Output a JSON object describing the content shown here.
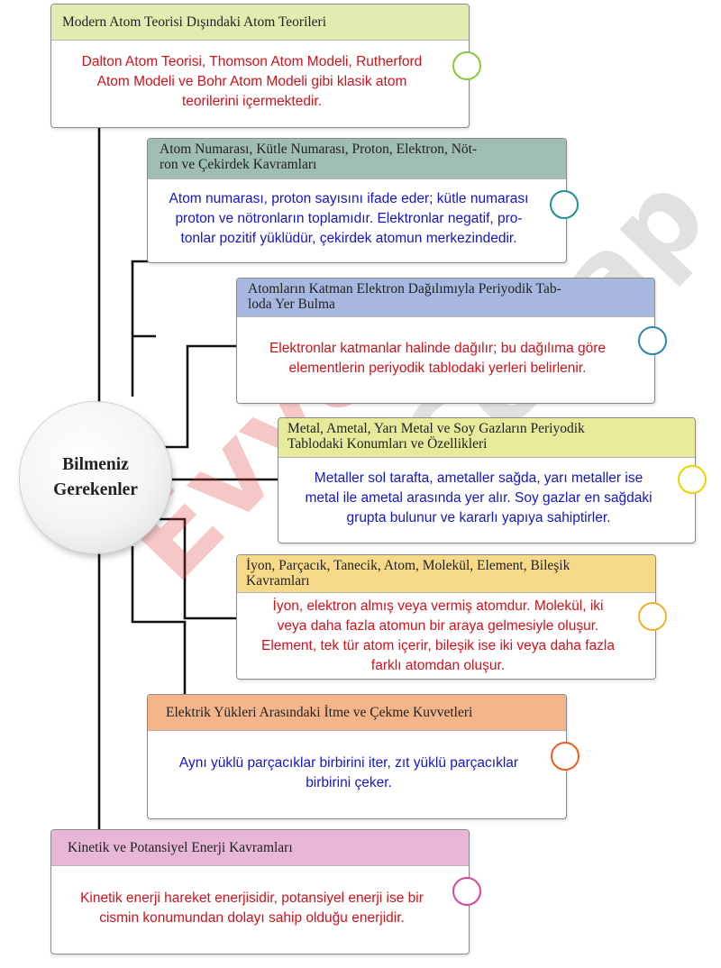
{
  "hub": {
    "line1": "Bilmeniz",
    "line2": "Gerekenler"
  },
  "boxes": [
    {
      "title": [
        "Modern Atom Teorisi Dışındaki Atom Teorileri"
      ],
      "body": [
        "Dalton Atom Teorisi, Thomson Atom Modeli, Rutherford",
        "Atom Modeli ve Bohr Atom Modeli gibi klasik atom",
        "teorilerini içermektedir."
      ],
      "header_color": "#e3ecb0",
      "text_color": "#d0121b",
      "ring_color": "#8dc63f"
    },
    {
      "title": [
        "Atom Numarası, Kütle Numarası, Proton, Elektron, Nöt-",
        "ron ve Çekirdek Kavramları"
      ],
      "body": [
        "Atom numarası, proton sayısını ifade eder; kütle numarası",
        "proton ve nötronların toplamıdır. Elektronlar negatif, pro-",
        "tonlar pozitif yüklüdür, çekirdek atomun merkezindedir."
      ],
      "header_color": "#9fbcb5",
      "text_color": "#1515c8",
      "ring_color": "#1f8f8f"
    },
    {
      "title": [
        "Atomların Katman Elektron Dağılımıyla Periyodik Tab-",
        "loda Yer Bulma"
      ],
      "body": [
        "Elektronlar katmanlar halinde dağılır; bu dağılıma göre",
        "elementlerin periyodik tablodaki yerleri belirlenir."
      ],
      "header_color": "#a8b7e0",
      "text_color": "#d0121b",
      "ring_color": "#2b86ad"
    },
    {
      "title": [
        "Metal, Ametal, Yarı Metal ve Soy Gazların Periyodik",
        "Tablodaki Konumları ve Özellikleri"
      ],
      "body": [
        "Metaller sol tarafta, ametaller sağda, yarı metaller ise",
        "metal ile ametal arasında yer alır. Soy gazlar en sağdaki",
        "grupta bulunur ve kararlı yapıya sahiptirler."
      ],
      "header_color": "#e6ea9a",
      "text_color": "#1515c8",
      "ring_color": "#e8d400"
    },
    {
      "title": [
        "İyon, Parçacık, Tanecik, Atom, Molekül, Element, Bileşik",
        "Kavramları"
      ],
      "body": [
        "İyon, elektron almış veya vermiş atomdur. Molekül, iki",
        "veya daha fazla atomun bir araya gelmesiyle oluşur.",
        "Element, tek tür atom içerir, bileşik ise iki veya daha fazla",
        "farklı atomdan oluşur."
      ],
      "header_color": "#f7d98a",
      "text_color": "#d0121b",
      "ring_color": "#f0b429"
    },
    {
      "title": [
        "Elektrik Yükleri Arasındaki İtme ve Çekme Kuvvetleri"
      ],
      "body": [
        "Aynı yüklü parçacıklar birbirini iter, zıt yüklü parçacıklar",
        "birbirini çeker."
      ],
      "header_color": "#f4b58a",
      "text_color": "#1515c8",
      "ring_color": "#e8601c"
    },
    {
      "title": [
        "Kinetik ve Potansiyel Enerji Kavramları"
      ],
      "body": [
        "Kinetik enerji hareket enerjisidir, potansiyel enerji ise bir",
        "cismin konumundan dolayı sahip olduğu enerjidir."
      ],
      "header_color": "#e8b6d6",
      "text_color": "#d0121b",
      "ring_color": "#d2479a"
    }
  ],
  "watermark": {
    "part1": "Evvel",
    "part2": "Cevap",
    "color1": "#e23a3a",
    "color2": "#8c8c8c"
  }
}
